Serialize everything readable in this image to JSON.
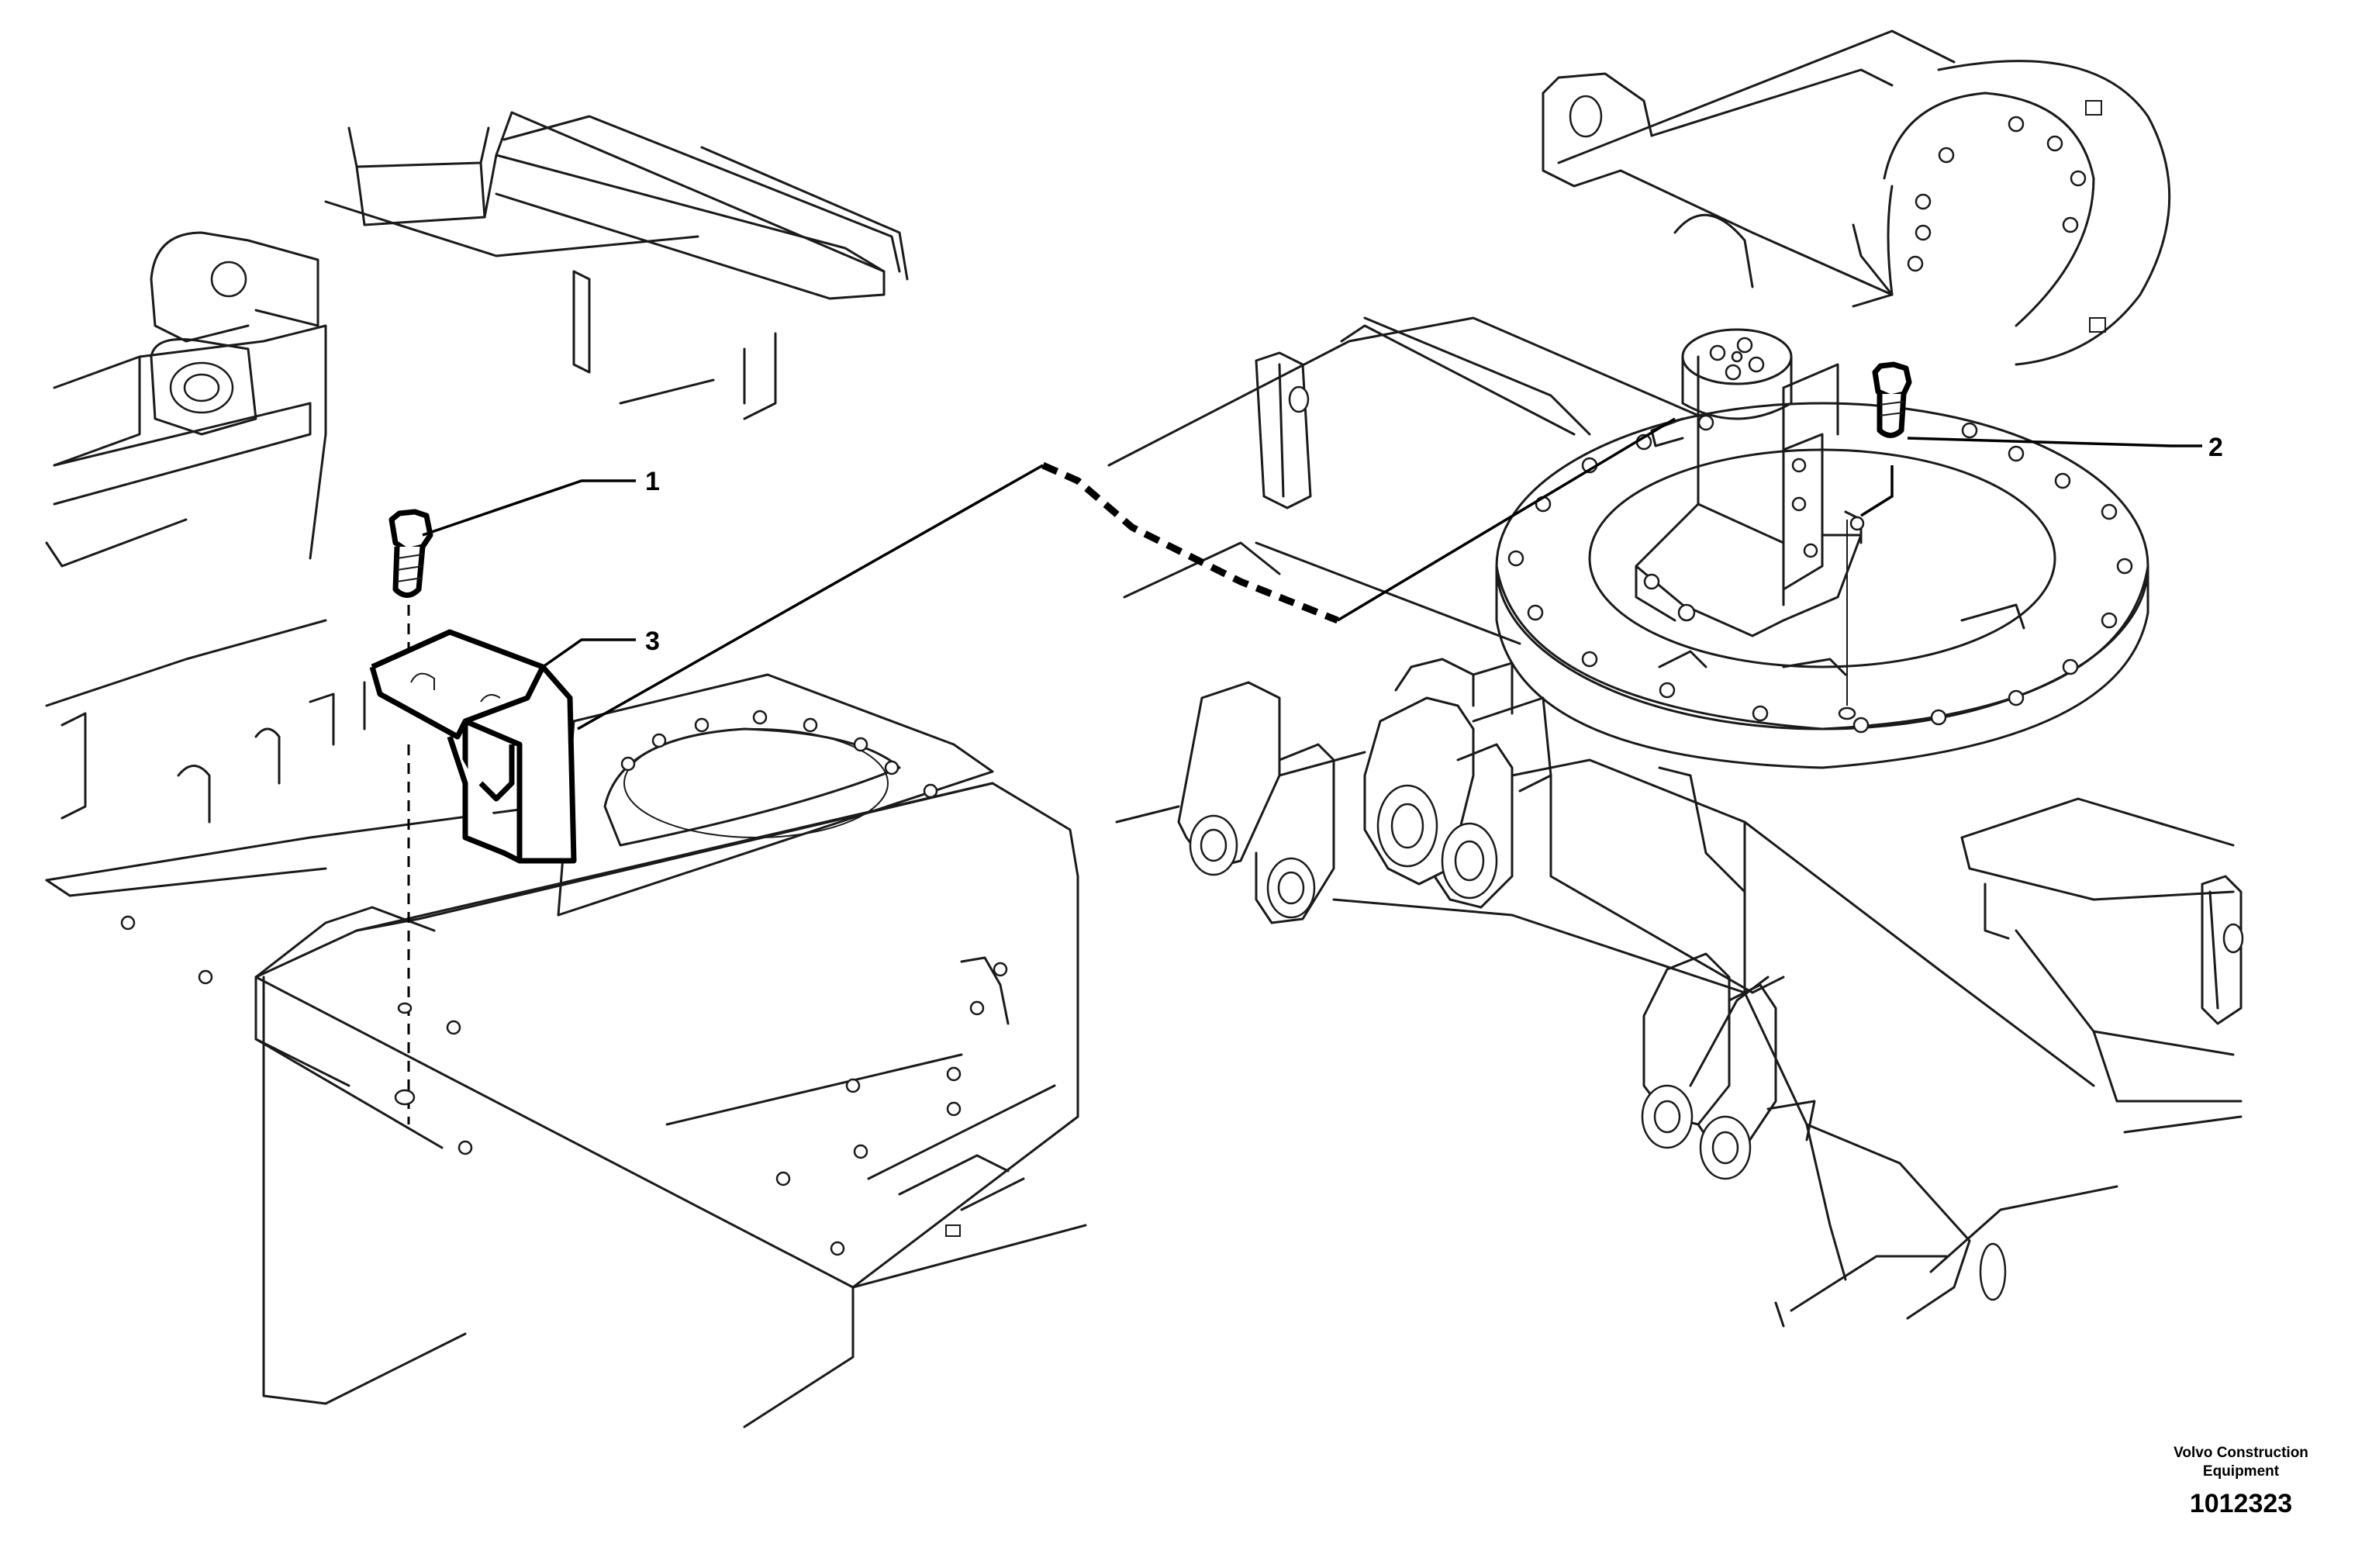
{
  "diagram": {
    "callouts": [
      {
        "id": "1",
        "label": "1"
      },
      {
        "id": "2",
        "label": "2"
      },
      {
        "id": "3",
        "label": "3"
      }
    ]
  },
  "footer": {
    "publisher_line1": "Volvo Construction",
    "publisher_line2": "Equipment",
    "drawing_number": "1012323"
  }
}
